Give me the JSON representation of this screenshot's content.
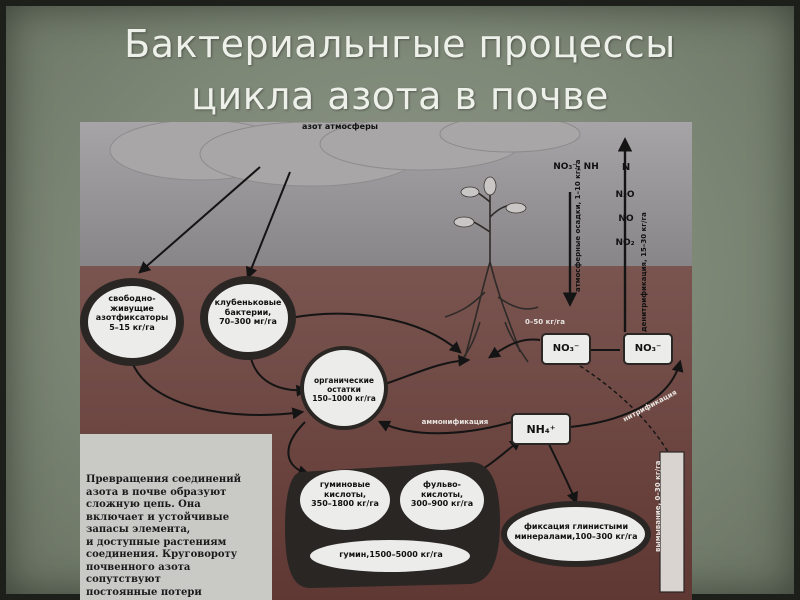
{
  "title": {
    "line1": "Бактериальнгые процессы",
    "line2": "цикла азота в почве"
  },
  "diagram": {
    "atmosphere_label": "азот атмосферы",
    "nodes": {
      "free_living": {
        "lines": [
          "свободно-",
          "живущие",
          "азотфиксаторы",
          "5–15 кг/га"
        ]
      },
      "nodule": {
        "lines": [
          "клубеньковые",
          "бактерии,",
          "70–300 мг/га"
        ]
      },
      "organic": {
        "lines": [
          "органические остатки",
          "150–1000 кг/га"
        ]
      },
      "humic": {
        "lines": [
          "гуминовые",
          "кислоты,",
          "350–1800 кг/га"
        ]
      },
      "fulvic": {
        "lines": [
          "фульво-",
          "кислоты,",
          "300–900 кг/га"
        ]
      },
      "humin": {
        "lines": [
          "гумин,1500–5000 кг/га"
        ]
      },
      "clay": {
        "lines": [
          "фиксация глинистыми",
          "минералами,100–300 кг/га"
        ]
      },
      "nh4": {
        "text": "NH₄⁺"
      },
      "no3_a": {
        "text": "NO₃⁻"
      },
      "no3_b": {
        "text": "NO₃⁻"
      }
    },
    "gas_labels": {
      "top": "NO₃⁻, NH",
      "n2": "N",
      "n2o": "N₂O",
      "no": "NO",
      "no2": "NO₂"
    },
    "vertical_labels": {
      "precipitation": "атмосферные осадки, 1–10 кг/га",
      "denitrification": "денитрификация, 15–30 кг/га",
      "leaching": "вымывание, 0–30 кг/га"
    },
    "process_labels": {
      "ammonification": "аммонификация",
      "nitrification": "нитрификация",
      "uptake": "0–50 кг/га"
    },
    "colors": {
      "sky": "#8f8e90",
      "cloud": "#a19fa0",
      "soil_top": "#7a5550",
      "soil_bottom": "#6a3f3a",
      "node_fill": "#ececea",
      "node_ring": "#2a2624",
      "arrow": "#141414"
    }
  },
  "text_block": "Превращения соединений\nазота в почве образуют\nсложную цепь. Она\nвключает и устойчивые\nзапасы элемента,\nи доступные растениям\nсоединения. Круговороту\nпочвенного азота\nсопутствуют\nпостоянные потери"
}
